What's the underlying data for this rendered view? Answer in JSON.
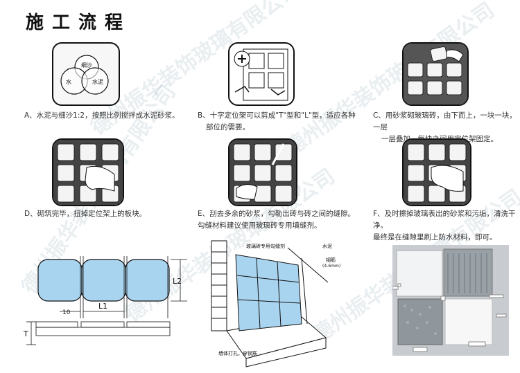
{
  "title": "施工流程",
  "watermark": "德州振华装饰玻璃有限公司",
  "venn": {
    "sand": "细沙",
    "water": "水",
    "cement": "水泥"
  },
  "steps": {
    "a": {
      "caption": "A、水泥与细沙1:2，按照比例搅拌成水泥砂浆。"
    },
    "b": {
      "caption_1": "B、十字定位架可以剪成\"T\"型和\"L\"型，适应各种",
      "caption_2": "部位的需要。"
    },
    "c": {
      "caption_1": "C、用砂浆砌玻璃砖，由下而上，一块一块，一层",
      "caption_2": "一层叠加，每块之间用定位架固定。"
    },
    "d": {
      "caption": "D、砌筑完毕，扭掉定位架上的板块。"
    },
    "e": {
      "caption_1": "E、刮去多余的砂浆，勾勒出砖与砖之间的缝隙。",
      "caption_2": "勾缝材料建议使用玻璃砖专用填缝剂。"
    },
    "f": {
      "caption_1": "F、及时擦掉玻璃表出的砂浆和污垢，清洗干净。",
      "caption_2": "最终是在缝隙里刷上防水材料，即可。"
    }
  },
  "dim_diagram": {
    "l2": "L2",
    "l1": "L1",
    "ten": "10",
    "t": "T"
  },
  "wall_diagram": {
    "label_agent": "玻璃砖专用勾缝剂",
    "label_cement": "水泥",
    "label_rebar": "钢筋",
    "label_rebar_spec": "(4-6mm)",
    "label_bottom": "墙体打孔，穿钢筋"
  },
  "colors": {
    "glass": "#a9d4ef",
    "line": "#111111"
  }
}
